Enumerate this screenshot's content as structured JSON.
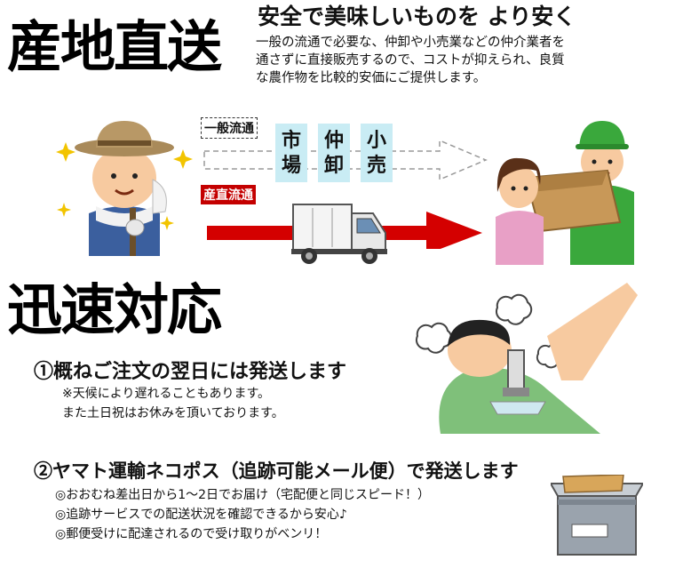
{
  "sec1": {
    "title": "産地直送",
    "headline": "安全で美味しいものを より安く",
    "desc_lines": [
      "一般の流通で必要な、仲卸や小売業などの仲介業者を",
      "通さずに直接販売するので、コストが抑えられ、良質",
      "な農作物を比較的安価にご提供します。"
    ],
    "label_normal": "一般流通",
    "label_direct": "産直流通",
    "boxes": [
      {
        "top": "市",
        "bottom": "場"
      },
      {
        "top": "仲",
        "bottom": "卸"
      },
      {
        "top": "小",
        "bottom": "売"
      }
    ]
  },
  "sec2": {
    "title": "迅速対応",
    "item1": "①概ねご注文の翌日には発送します",
    "item1_notes": [
      "※天候により遅れることもあります。",
      "また土日祝はお休みを頂いております。"
    ],
    "item2": "②ヤマト運輸ネコポス（追跡可能メール便）で発送します",
    "item2_notes": [
      "◎おおむね差出日から1～2日でお届け（宅配便と同じスピード！）",
      "◎追跡サービスでの配送状況を確認できるから安心♪",
      "◎郵便受けに配達されるので受け取りがベンリ！"
    ]
  },
  "colors": {
    "red": "#c40000",
    "box": "#c9ecf4",
    "farmer_hat": "#a98a5a",
    "clerk_green": "#3aa83c",
    "customer_pink": "#e8a0c6"
  }
}
